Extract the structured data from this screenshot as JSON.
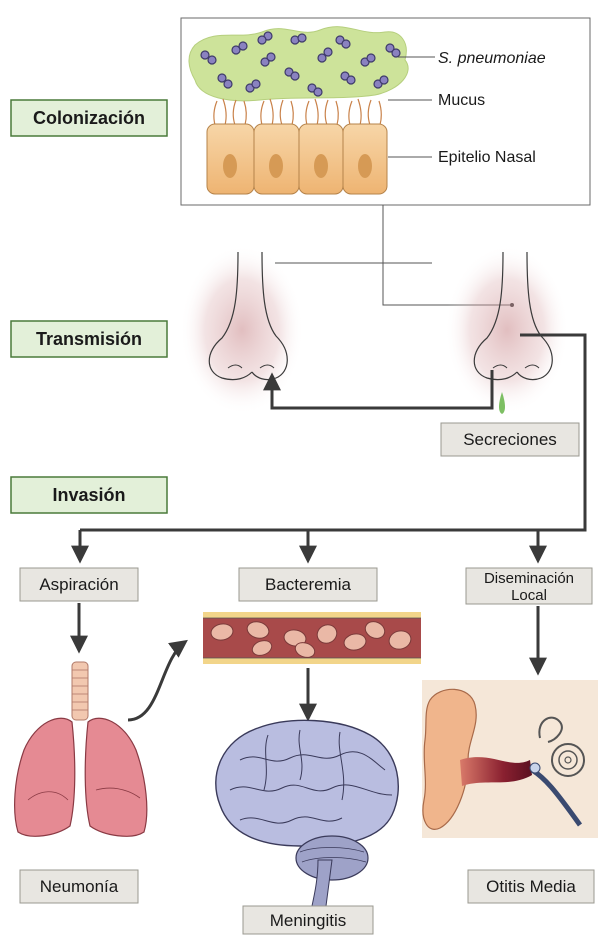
{
  "stages": {
    "colonizacion": "Colonización",
    "transmision": "Transmisión",
    "invasion": "Invasión"
  },
  "inset": {
    "bacteria_label": "S. pneumoniae",
    "mucus_label": "Mucus",
    "epithelium_label": "Epitelio Nasal"
  },
  "boxes": {
    "secreciones": "Secreciones",
    "aspiracion": "Aspiración",
    "bacteremia": "Bacteremia",
    "diseminacion_line1": "Diseminación",
    "diseminacion_line2": "Local",
    "neumonia": "Neumonía",
    "meningitis": "Meningitis",
    "otitis": "Otitis Media"
  },
  "colors": {
    "stage_fill": "#e3f0d9",
    "stage_border": "#4a7a3a",
    "box_fill": "#e8e6e1",
    "box_border": "#9a9890",
    "arrow": "#3a3a3a",
    "mucus": "#cde39a",
    "bacteria": "#8a82c0",
    "epithelium": "#f0c28a",
    "nucleus": "#d69a55",
    "lung": "#e58a93",
    "brain": "#b9bde0",
    "vessel": "#a84a4a",
    "rbc": "#eab8a6",
    "ear_skin": "#f0b58c",
    "secretion_drop": "#7dbf63"
  }
}
